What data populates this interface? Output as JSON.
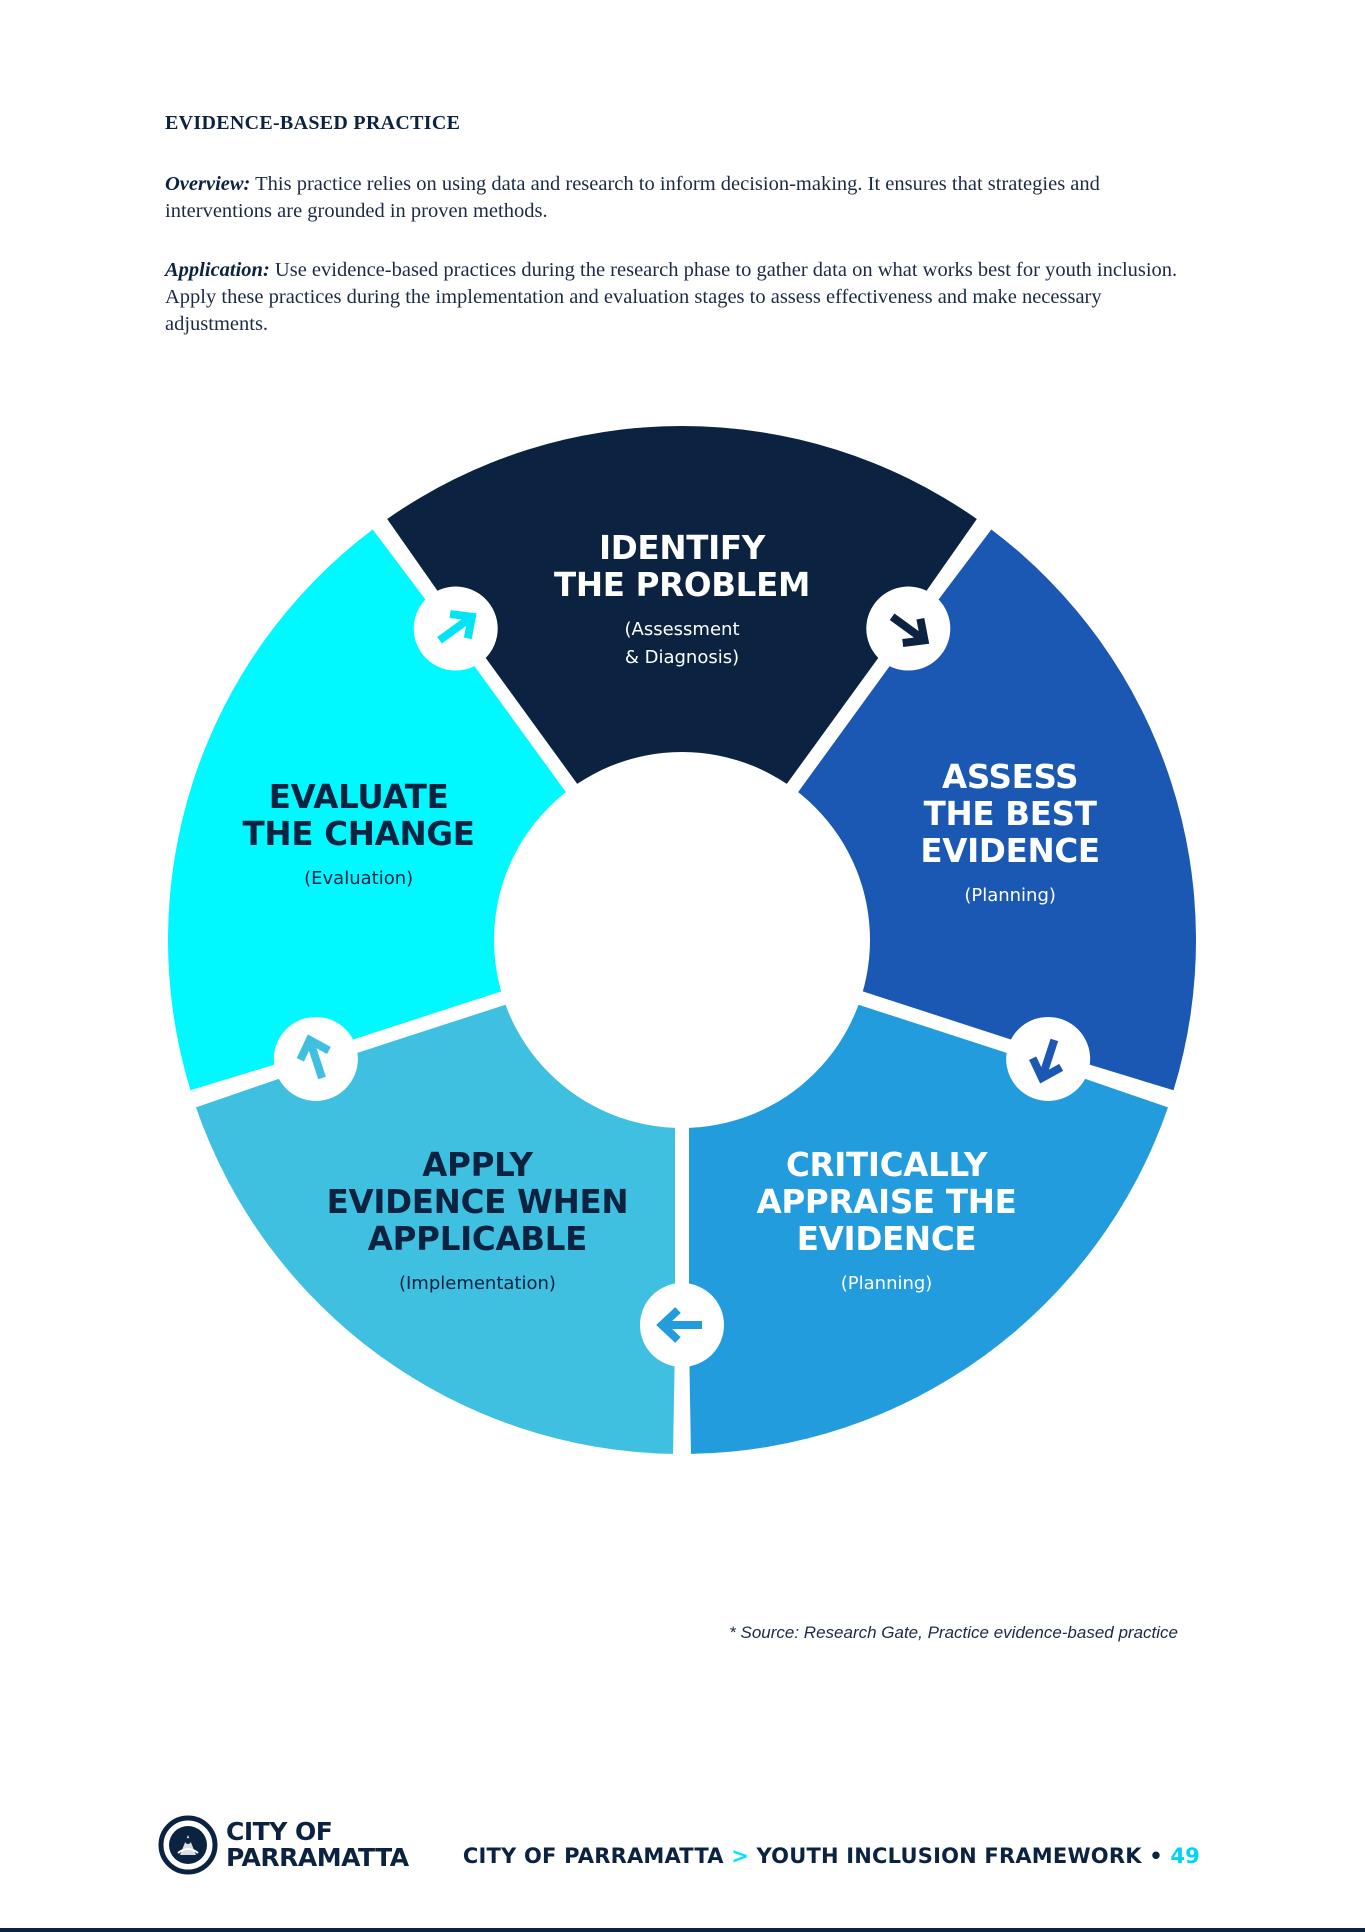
{
  "section": {
    "heading": "EVIDENCE-BASED PRACTICE",
    "overview_label": "Overview:",
    "overview_text": " This practice relies on using data and research to inform decision-making. It ensures that strategies and interventions are grounded in proven methods.",
    "application_label": "Application:",
    "application_text": " Use evidence-based practices during the research phase to gather data on what works best for youth inclusion. Apply these practices during the implementation and evaluation stages to assess effectiveness and make necessary adjustments."
  },
  "diagram": {
    "segments": [
      {
        "title_lines": [
          "IDENTIFY",
          "THE PROBLEM"
        ],
        "sub_lines": [
          "(Assessment",
          "& Diagnosis)"
        ],
        "color": "#0b2341",
        "text_color": "#ffffff"
      },
      {
        "title_lines": [
          "ASSESS",
          "THE BEST",
          "EVIDENCE"
        ],
        "sub_lines": [
          "(Planning)"
        ],
        "color": "#1b58b4",
        "text_color": "#ffffff"
      },
      {
        "title_lines": [
          "CRITICALLY",
          "APPRAISE THE",
          "EVIDENCE"
        ],
        "sub_lines": [
          "(Planning)"
        ],
        "color": "#239cde",
        "text_color": "#ffffff"
      },
      {
        "title_lines": [
          "APPLY",
          "EVIDENCE WHEN",
          "APPLICABLE"
        ],
        "sub_lines": [
          "(Implementation)"
        ],
        "color": "#40c0e0",
        "text_color": "#0b2341"
      },
      {
        "title_lines": [
          "EVALUATE",
          "THE CHANGE"
        ],
        "sub_lines": [
          "(Evaluation)"
        ],
        "color": "#00f8ff",
        "text_color": "#0b2341"
      }
    ],
    "arrow_icons": [
      "arrow-down-right-icon",
      "arrow-down-left-icon",
      "arrow-left-icon",
      "arrow-up-icon",
      "arrow-up-right-icon"
    ]
  },
  "source_note": "* Source: Research Gate, Practice evidence-based practice",
  "footer": {
    "logo_line1": "CITY OF",
    "logo_line2": "PARRAMATTA",
    "org": "CITY OF PARRAMATTA",
    "separator": ">",
    "doc_title": "YOUTH INCLUSION FRAMEWORK",
    "bullet": "•",
    "page_number": "49"
  }
}
